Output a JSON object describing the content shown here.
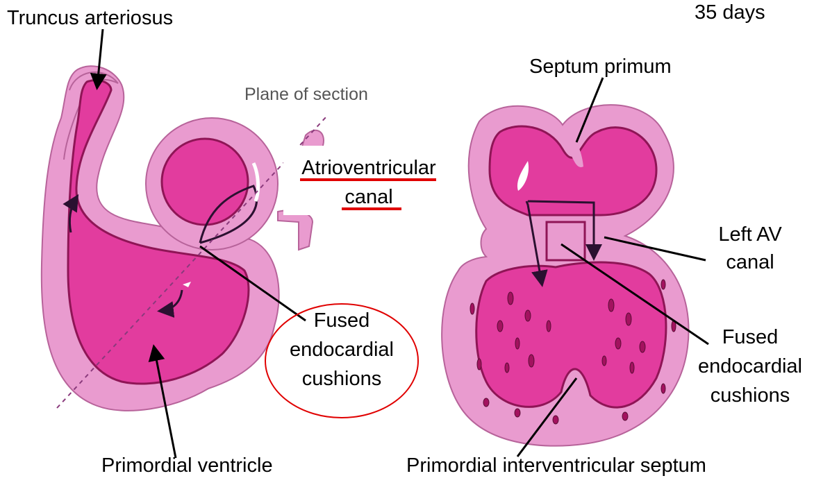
{
  "labels": {
    "truncus": "Truncus arteriosus",
    "age": "35 days",
    "septum_primum": "Septum primum",
    "plane": "Plane of section",
    "av_canal_line1": "Atrioventricular",
    "av_canal_line2": "canal",
    "left_av_line1": "Left  AV",
    "left_av_line2": "canal",
    "fused_left_line1": "Fused",
    "fused_left_line2": "endocardial",
    "fused_left_line3": "cushions",
    "fused_right_line1": "Fused",
    "fused_right_line2": "endocardial",
    "fused_right_line3": "cushions",
    "primordial_ventricle": "Primordial ventricle",
    "primordial_iv_septum": "Primordial interventricular septum"
  },
  "colors": {
    "tissue": "#e99bcf",
    "lumen": "#e23c9e",
    "lumen_dark": "#a3125f",
    "highlight": "#e00000",
    "line": "#000000"
  }
}
